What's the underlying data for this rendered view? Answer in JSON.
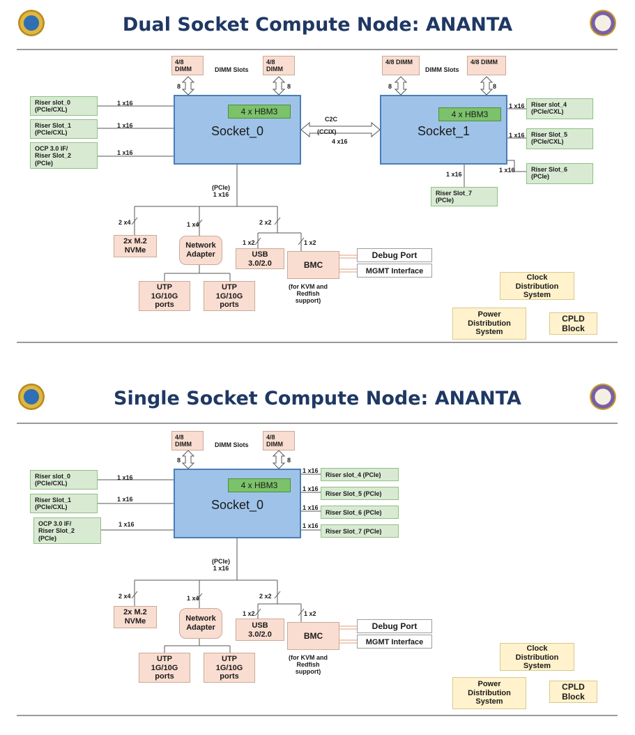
{
  "dual": {
    "title": "Dual Socket Compute Node: ANANTA",
    "dimm_a": "4/8 DIMM",
    "dimm_b": "4/8 DIMM",
    "dimm_c": "4/8 DIMM",
    "dimm_d": "4/8 DIMM",
    "dimm_slots_left": "DIMM Slots",
    "dimm_slots_right": "DIMM Slots",
    "eight": "8",
    "socket0": "Socket_0",
    "socket1": "Socket_1",
    "hbm0": "4 x HBM3",
    "hbm1": "4 x HBM3",
    "c2c": "C2C",
    "ccix": "(CCIX)",
    "c2c_width": "4 x16",
    "riser0": "Riser slot_0\n(PCIe/CXL)",
    "riser1": "Riser Slot_1\n(PCIe/CXL)",
    "riser2": "OCP 3.0 IF/\nRiser Slot_2\n(PCIe)",
    "riser4": "Riser slot_4\n(PCIe/CXL)",
    "riser5": "Riser Slot_5\n(PCIe/CXL)",
    "riser6": "Riser Slot_6\n(PCIe)",
    "riser7": "Riser Slot_7\n(PCIe)",
    "x16": "1 x16",
    "pcie": "(PCIe)\n1 x16",
    "x2x4": "2 x4",
    "x1x4": "1 x4",
    "x2x2": "2 x2",
    "x1x2": "1 x2",
    "m2": "2x M.2\nNVMe",
    "network": "Network\nAdapter",
    "usb": "USB\n3.0/2.0",
    "bmc": "BMC",
    "bmc_note": "(for KVM and\nRedfish\nsupport)",
    "utp": "UTP\n1G/10G\nports",
    "debug": "Debug Port",
    "mgmt": "MGMT Interface",
    "clock": "Clock\nDistribution\nSystem",
    "power": "Power\nDistribution\nSystem",
    "cpld": "CPLD\nBlock"
  },
  "single": {
    "title": "Single Socket Compute Node: ANANTA",
    "dimm_a": "4/8 DIMM",
    "dimm_b": "4/8 DIMM",
    "dimm_slots": "DIMM Slots",
    "eight": "8",
    "socket0": "Socket_0",
    "hbm0": "4 x HBM3",
    "riser0": "Riser slot_0\n(PCIe/CXL)",
    "riser1": "Riser Slot_1\n(PCIe/CXL)",
    "riser2": "OCP 3.0 IF/\nRiser Slot_2\n(PCIe)",
    "riser4": "Riser slot_4  (PCIe)",
    "riser5": "Riser Slot_5  (PCIe)",
    "riser6": "Riser Slot_6  (PCIe)",
    "riser7": "Riser Slot_7  (PCIe)",
    "x16": "1 x16",
    "pcie": "(PCIe)\n1 x16",
    "x2x4": "2 x4",
    "x1x4": "1 x4",
    "x2x2": "2 x2",
    "x1x2": "1 x2",
    "m2": "2x M.2\nNVMe",
    "network": "Network\nAdapter",
    "usb": "USB\n3.0/2.0",
    "bmc": "BMC",
    "bmc_note": "(for KVM and\nRedfish\nsupport)",
    "utp": "UTP\n1G/10G\nports",
    "debug": "Debug Port",
    "mgmt": "MGMT Interface",
    "clock": "Clock\nDistribution\nSystem",
    "power": "Power\nDistribution\nSystem",
    "cpld": "CPLD\nBlock"
  },
  "colors": {
    "title": "#1f3864",
    "socket": "#9fc3e8",
    "hbm": "#7cc26b",
    "riser": "#d9ead3",
    "peach": "#f9ddd0",
    "yellow": "#fff2cc"
  }
}
